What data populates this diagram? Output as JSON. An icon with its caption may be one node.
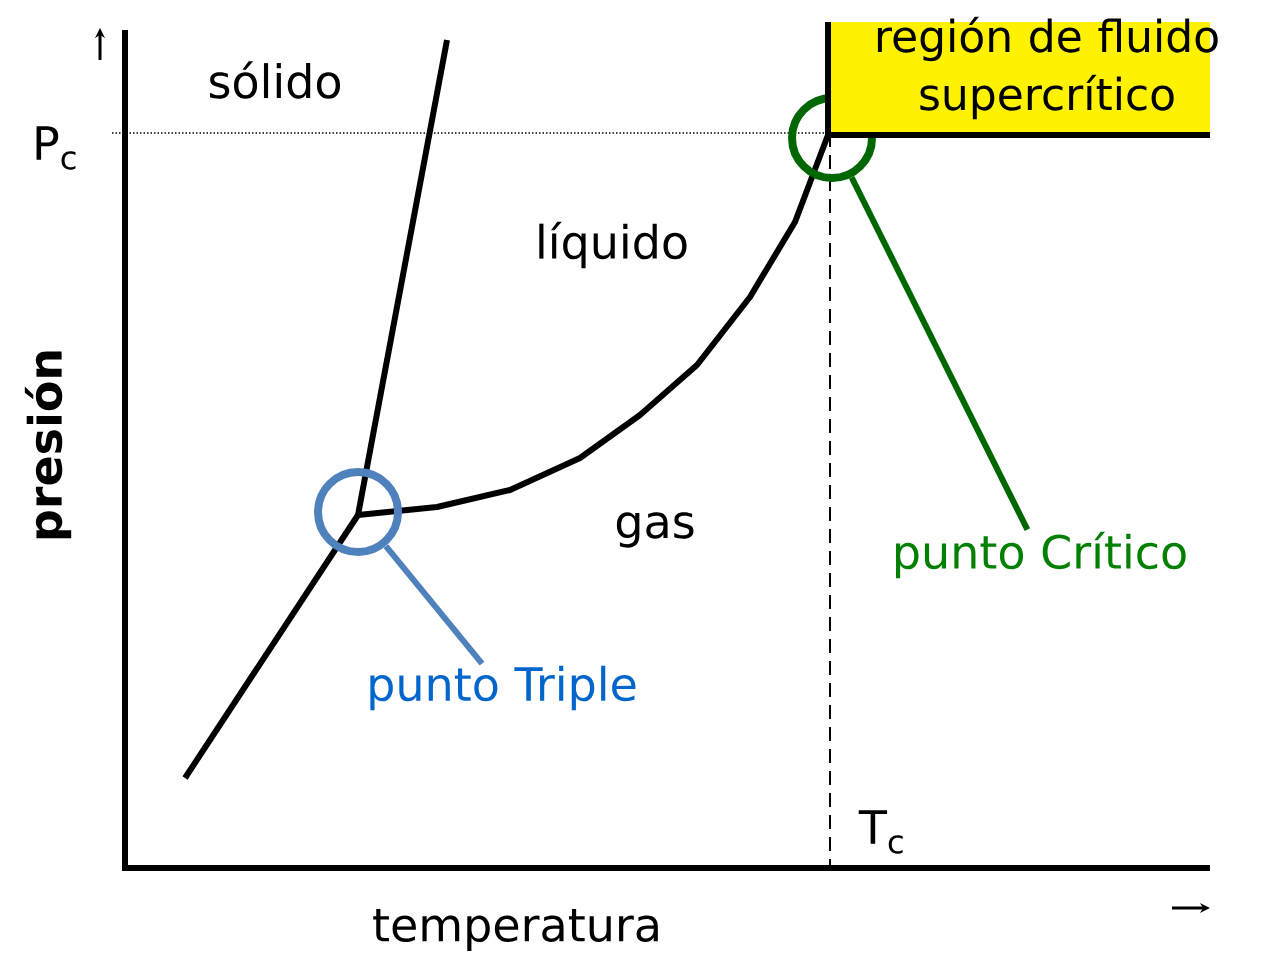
{
  "diagram": {
    "nodes": [
      {
        "text": [
          "región de fluido supercrítico"
        ]
      },
      {
        "text": [],
        "shape": "circle"
      },
      {
        "text": [],
        "shape": "circle"
      },
      {
        "text": [
          "punto Crítico"
        ]
      },
      {
        "text": [
          "punto Triple"
        ]
      }
    ],
    "edges": [
      {
        "from": 4,
        "to": 1,
        "arrow": "none",
        "color": "#4f81bd"
      },
      {
        "from": 3,
        "to": 2,
        "arrow": "none",
        "color": "#006600"
      }
    ],
    "labels": [
      "sólido",
      "P$_{c}$",
      "líquido",
      "presión",
      "gas",
      "T$_{c}$",
      "temperatura"
    ]
  }
}
